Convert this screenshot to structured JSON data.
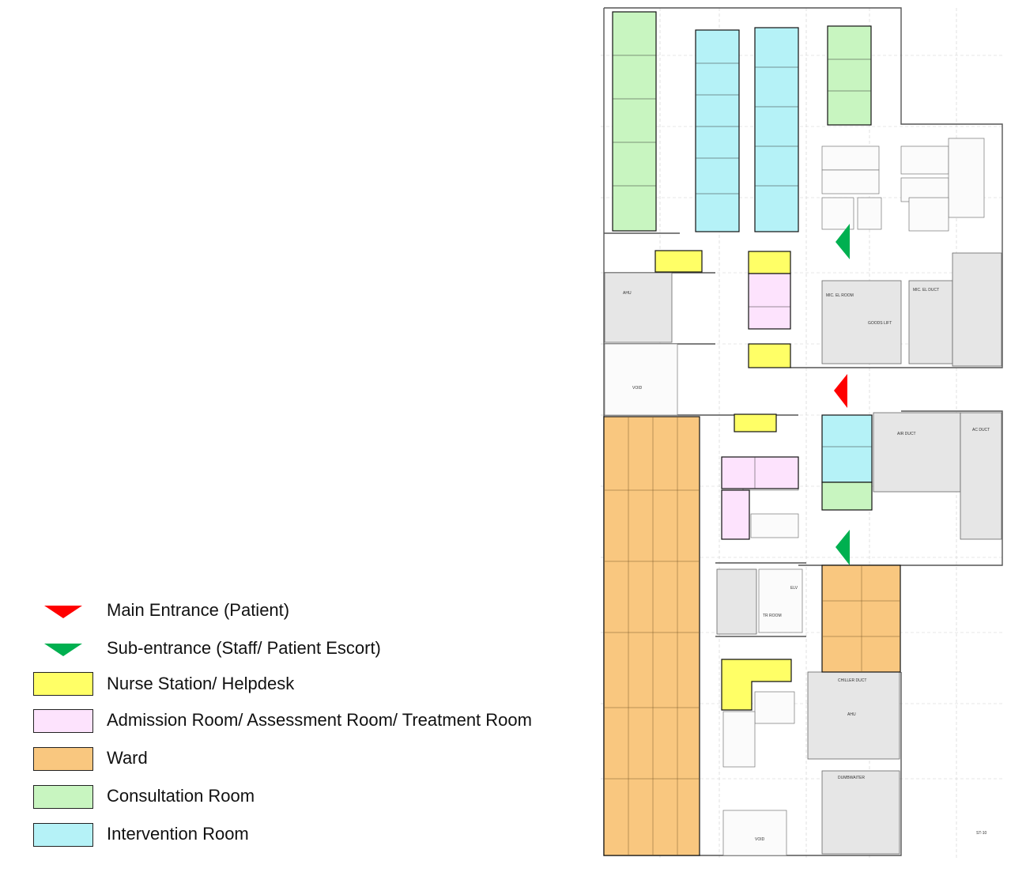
{
  "legend": {
    "main_entrance": {
      "label": "Main Entrance (Patient)",
      "color": "#ff0000"
    },
    "sub_entrance": {
      "label": "Sub-entrance (Staff/ Patient Escort)",
      "color": "#00b050"
    },
    "nurse_station": {
      "label": "Nurse Station/ Helpdesk",
      "color": "#ffff66"
    },
    "admission_room": {
      "label": "Admission Room/ Assessment Room/ Treatment Room",
      "color": "#fde3fd"
    },
    "ward": {
      "label": "Ward",
      "color": "#f9c77f"
    },
    "consultation_room": {
      "label": "Consultation Room",
      "color": "#c8f5c0"
    },
    "intervention_room": {
      "label": "Intervention Room",
      "color": "#b5f2f7"
    }
  },
  "plan_labels": {
    "ahu_top": "AHU",
    "ahu_bottom": "AHU",
    "void_left": "VOID",
    "void_bottom": "VOID",
    "air_duct": "AIR DUCT",
    "ac_duct": "AC DUCT",
    "chiller_duct": "CHILLER DUCT",
    "tr_room": "TR ROOM",
    "elv": "ELV",
    "goods_lift": "GOODS LIFT",
    "mic_el_duct": "MIC. EL DUCT",
    "mic_el_room": "MIC. EL ROOM",
    "dumbwaiter": "DUMBWAITER",
    "st_10": "ST-10"
  }
}
